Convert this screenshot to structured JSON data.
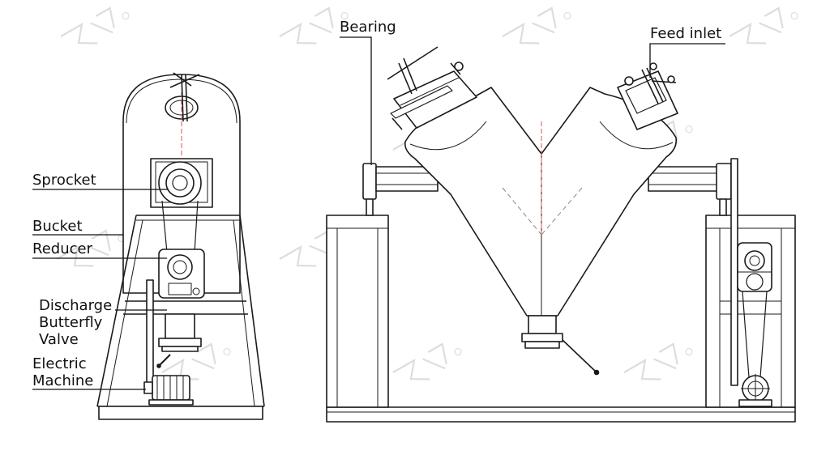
{
  "labels": {
    "sprocket": "Sprocket",
    "bucket": "Bucket",
    "reducer": "Reducer",
    "discharge_butterfly_valve": [
      "Discharge",
      "Butterfly",
      "Valve"
    ],
    "electric_machine": [
      "Electric",
      "Machine"
    ],
    "bearing": "Bearing",
    "feed_inlet": "Feed inlet"
  },
  "colors": {
    "line": "#1a1a1a",
    "leader": "#111111",
    "centerline": "#e05050",
    "watermark": "#d9d9d9"
  }
}
